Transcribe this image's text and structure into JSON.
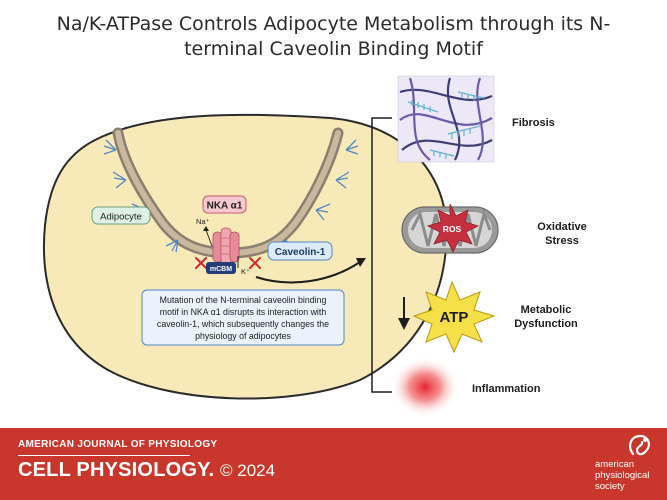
{
  "title": {
    "line1": "Na/K-ATPase Controls Adipocyte Metabolism through its N-",
    "line2": "terminal Caveolin Binding Motif"
  },
  "cell": {
    "adipocyte_label": "Adipocyte",
    "nka_label": "NKA α1",
    "na_label": "Na⁺",
    "k_label": "K⁺",
    "mcbm_label": "mCBM",
    "caveolin_label": "Caveolin-1",
    "description": [
      "Mutation of the N-terminal caveolin binding",
      "motif in NKA α1 disrupts its interaction with",
      "caveolin-1, which subsequently changes the",
      "physiology of adipocytes"
    ]
  },
  "outcomes": {
    "fibrosis": "Fibrosis",
    "oxidative_1": "Oxidative",
    "oxidative_2": "Stress",
    "ros": "ROS",
    "atp": "ATP",
    "metabolic_1": "Metabolic",
    "metabolic_2": "Dysfunction",
    "inflammation": "Inflammation"
  },
  "footer": {
    "journal": "AMERICAN JOURNAL OF PHYSIOLOGY",
    "name": "CELL PHYSIOLOGY.",
    "year": "© 2024",
    "society": [
      "american",
      "physiological",
      "society"
    ]
  },
  "colors": {
    "cell_fill": "#f7e9b8",
    "cell_stroke": "#2b2b2b",
    "footer": "#c9372c",
    "ros": "#c5303f",
    "atp": "#f6e04a"
  }
}
